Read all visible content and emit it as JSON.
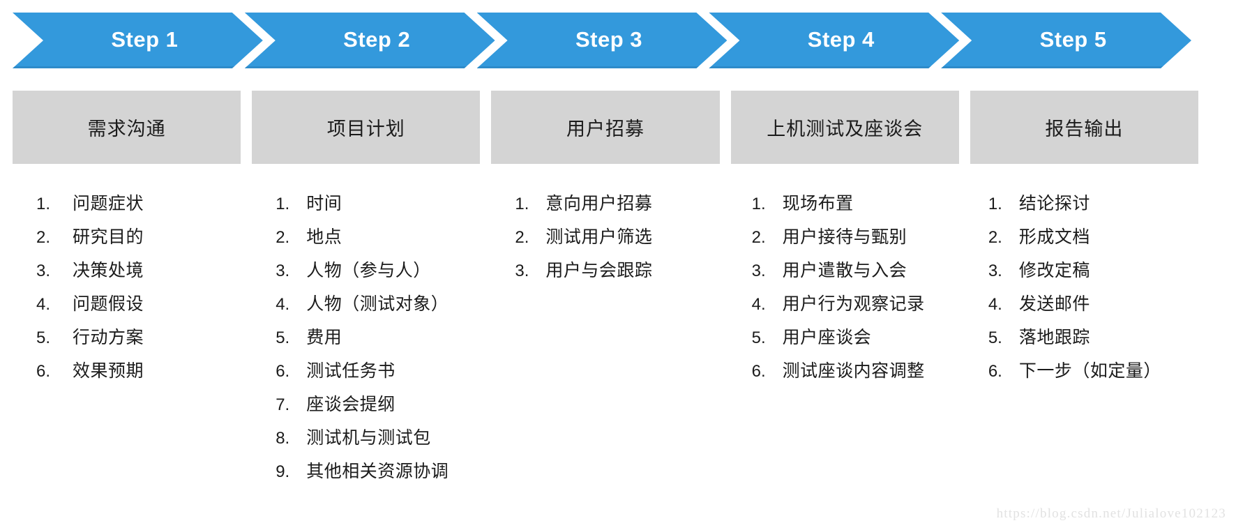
{
  "watermark": "https://blog.csdn.net/Julialove102123",
  "theme": {
    "chevron_color": "#3399DC",
    "chevron_shadow_color": "#2E8BC9",
    "phase_box_color": "#D4D4D4",
    "text_color": "#1b1b1b",
    "chevron_label_color": "#ffffff",
    "background": "#ffffff",
    "watermark_color": "#e2e2e2"
  },
  "steps": [
    {
      "step_label": "Step 1",
      "phase_title": "需求沟通",
      "tasks": [
        {
          "num": "1.",
          "text": "问题症状"
        },
        {
          "num": "2.",
          "text": "研究目的"
        },
        {
          "num": "3.",
          "text": "决策处境"
        },
        {
          "num": "4.",
          "text": "问题假设"
        },
        {
          "num": "5.",
          "text": "行动方案"
        },
        {
          "num": "6.",
          "text": "效果预期"
        }
      ]
    },
    {
      "step_label": "Step 2",
      "phase_title": "项目计划",
      "tasks": [
        {
          "num": "1.",
          "text": "时间"
        },
        {
          "num": "2.",
          "text": "地点"
        },
        {
          "num": "3.",
          "text": "人物（参与人）"
        },
        {
          "num": "4.",
          "text": "人物（测试对象）"
        },
        {
          "num": "5.",
          "text": "费用"
        },
        {
          "num": "6.",
          "text": "测试任务书"
        },
        {
          "num": "7.",
          "text": "座谈会提纲"
        },
        {
          "num": "8.",
          "text": "测试机与测试包"
        },
        {
          "num": "9.",
          "text": "其他相关资源协调"
        }
      ]
    },
    {
      "step_label": "Step 3",
      "phase_title": "用户招募",
      "tasks": [
        {
          "num": "1.",
          "text": "意向用户招募"
        },
        {
          "num": "2.",
          "text": "测试用户筛选"
        },
        {
          "num": "3.",
          "text": "用户与会跟踪"
        }
      ]
    },
    {
      "step_label": "Step 4",
      "phase_title": "上机测试及座谈会",
      "tasks": [
        {
          "num": "1.",
          "text": "现场布置"
        },
        {
          "num": "2.",
          "text": "用户接待与甄别"
        },
        {
          "num": "3.",
          "text": "用户遣散与入会"
        },
        {
          "num": "4.",
          "text": "用户行为观察记录"
        },
        {
          "num": "5.",
          "text": "用户座谈会"
        },
        {
          "num": "6.",
          "text": "测试座谈内容调整"
        }
      ]
    },
    {
      "step_label": "Step 5",
      "phase_title": "报告输出",
      "tasks": [
        {
          "num": "1.",
          "text": "结论探讨"
        },
        {
          "num": "2.",
          "text": "形成文档"
        },
        {
          "num": "3.",
          "text": "修改定稿"
        },
        {
          "num": "4.",
          "text": "发送邮件"
        },
        {
          "num": "5.",
          "text": "落地跟踪"
        },
        {
          "num": "6.",
          "text": "下一步（如定量）"
        }
      ]
    }
  ]
}
